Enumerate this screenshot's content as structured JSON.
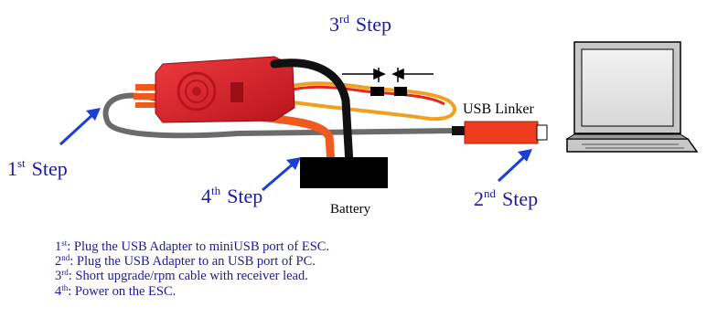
{
  "steps": {
    "step1": {
      "num": "1",
      "sup": "st",
      "word": "Step"
    },
    "step2": {
      "num": "2",
      "sup": "nd",
      "word": "Step"
    },
    "step3": {
      "num": "3",
      "sup": "rd",
      "word": "Step"
    },
    "step4": {
      "num": "4",
      "sup": "th",
      "word": "Step"
    }
  },
  "labels": {
    "usb_linker": "USB Linker",
    "battery": "Battery"
  },
  "instructions": [
    {
      "num": "1",
      "sup": "st",
      "text": ": Plug the USB Adapter to miniUSB port of ESC."
    },
    {
      "num": "2",
      "sup": "nd",
      "text": ": Plug the USB Adapter to an USB port of PC."
    },
    {
      "num": "3",
      "sup": "rd",
      "text": ": Short upgrade/rpm cable with receiver lead."
    },
    {
      "num": "4",
      "sup": "th",
      "text": ": Power on the ESC."
    }
  ],
  "colors": {
    "step_text": "#1a1aa0",
    "arrow": "#1a3fd6",
    "esc_body": "#d9262e",
    "usb_linker": "#f03c1e",
    "cable_gray": "#6b6b6b",
    "wire_red": "#f05a1e",
    "wire_orange": "#f0a020",
    "battery": "#000000"
  }
}
